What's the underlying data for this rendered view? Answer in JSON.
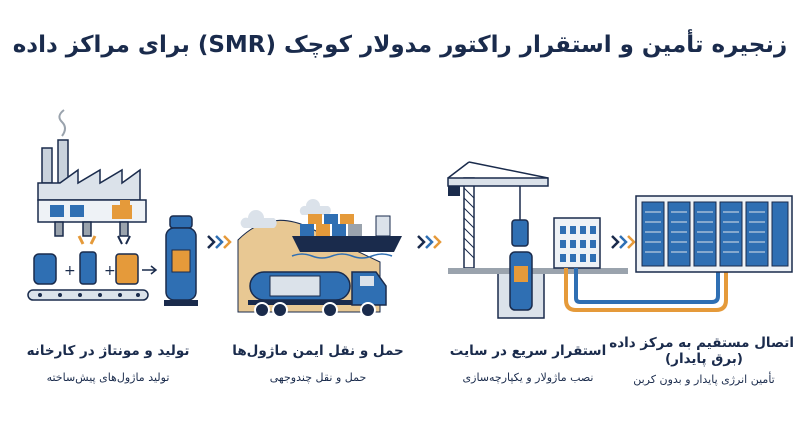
{
  "title": "زنجیره تأمین و استقرار راکتور مدولار کوچک (SMR) برای مراکز داده",
  "steps": [
    {
      "heading": "تولید و مونتاژ در کارخانه",
      "sub": "تولید ماژول‌های پیش‌ساخته"
    },
    {
      "heading": "حمل و نقل ایمن ماژول‌ها",
      "sub": "حمل و نقل چندوجهی"
    },
    {
      "heading": "استقرار سریع در سایت",
      "sub": "نصب ماژولار و یکپارچه‌سازی"
    },
    {
      "heading": "اتصال مستقیم به مرکز داده",
      "heading2": "(برق پایدار)",
      "sub": "تأمین انرژی پایدار و بدون کربن"
    }
  ],
  "colors": {
    "navy": "#1a2b4c",
    "blue": "#2f6fb3",
    "orange": "#e59a3a",
    "sand": "#e8c893",
    "gray": "#9aa3ad"
  },
  "icons": [
    "factory-icon",
    "ship-icon",
    "truck-icon",
    "crane-icon",
    "reactor-icon",
    "office-building-icon",
    "server-rack-icon",
    "chevron-arrow-icon"
  ]
}
